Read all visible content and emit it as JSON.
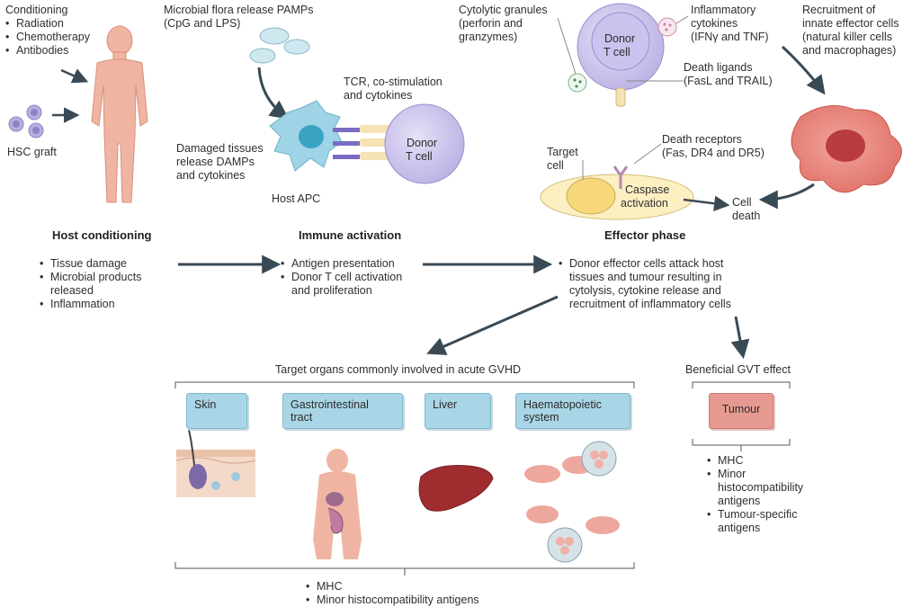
{
  "conditioning": {
    "title": "Conditioning",
    "items": [
      "Radiation",
      "Chemotherapy",
      "Antibodies"
    ]
  },
  "hsc_graft": "HSC graft",
  "pamps": {
    "line1": "Microbial flora release PAMPs",
    "line2": "(CpG and LPS)"
  },
  "damps": {
    "line1": "Damaged tissues",
    "line2": "release DAMPs",
    "line3": "and cytokines"
  },
  "tcr": {
    "line1": "TCR, co-stimulation",
    "line2": "and cytokines"
  },
  "host_apc": "Host APC",
  "donor_tcell_left": {
    "line1": "Donor",
    "line2": "T cell"
  },
  "donor_tcell_right": {
    "line1": "Donor",
    "line2": "T cell"
  },
  "cytolytic": {
    "line1": "Cytolytic granules",
    "line2": "(perforin and",
    "line3": "granzymes)"
  },
  "inflammatory": {
    "line1": "Inflammatory",
    "line2": "cytokines",
    "line3": "(IFNγ and TNF)"
  },
  "recruitment": {
    "line1": "Recruitment of",
    "line2": "innate effector cells",
    "line3": "(natural killer cells",
    "line4": "and macrophages)"
  },
  "death_ligands": {
    "line1": "Death ligands",
    "line2": "(FasL and TRAIL)"
  },
  "death_receptors": {
    "line1": "Death receptors",
    "line2": "(Fas, DR4 and DR5)"
  },
  "target_cell": {
    "line1": "Target",
    "line2": "cell"
  },
  "caspase": {
    "line1": "Caspase",
    "line2": "activation"
  },
  "cell_death": {
    "line1": "Cell",
    "line2": "death"
  },
  "phases": {
    "host": {
      "title": "Host conditioning",
      "items": [
        "Tissue damage",
        "Microbial products\nreleased",
        "Inflammation"
      ]
    },
    "immune": {
      "title": "Immune activation",
      "items": [
        "Antigen presentation",
        "Donor T cell activation\nand proliferation"
      ]
    },
    "effector": {
      "title": "Effector phase",
      "items": [
        "Donor effector cells attack host\ntissues and tumour resulting in\ncytolysis, cytokine release and\nrecruitment of inflammatory cells"
      ]
    }
  },
  "target_organs": {
    "title": "Target organs commonly involved in acute GVHD",
    "organs": [
      "Skin",
      "Gastrointestinal\ntract",
      "Liver",
      "Haematopoietic\nsystem"
    ],
    "antigens": [
      "MHC",
      "Minor histocompatibility antigens"
    ]
  },
  "gvt": {
    "title": "Beneficial GVT effect",
    "box": "Tumour",
    "antigens": [
      "MHC",
      "Minor\nhistocompatibility\nantigens",
      "Tumour-specific\nantigens"
    ]
  },
  "colors": {
    "skin_body": "#f2b9a6",
    "apc": "#9fd3e6",
    "tcell": "#cfc8ec",
    "tcell_nucleus": "#b6abe2",
    "arrow": "#3a4a55",
    "macrophage": "#e4766c",
    "organ_box": "#a9d6e6",
    "tumour_box": "#e79a92",
    "target_cell": "#fcefc2",
    "caspase_cell": "#f6d87a"
  }
}
